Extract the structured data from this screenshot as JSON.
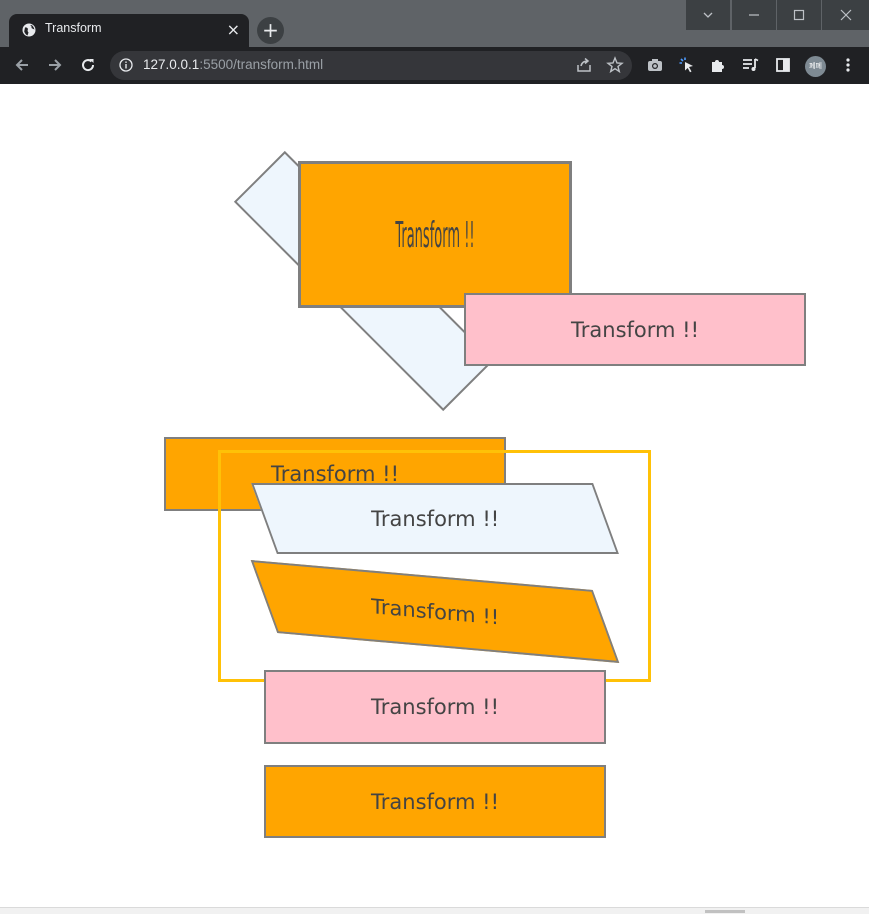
{
  "browser": {
    "tab_title": "Transform",
    "tab_close": "×",
    "new_tab": "+",
    "url_host": "127.0.0.1",
    "url_rest": ":5500/transform.html",
    "profile_initials": "폐폐"
  },
  "page": {
    "boxes": [
      {
        "label": ""
      },
      {
        "label": "Transform !!"
      },
      {
        "label": "Transform !!"
      },
      {
        "label": "Transform !!"
      },
      {
        "label": "Transform !!"
      },
      {
        "label": "Transform !!"
      },
      {
        "label": "Transform !!"
      },
      {
        "label": "Transform !!"
      }
    ]
  },
  "colors": {
    "orange": "#ffa500",
    "pink": "#ffc0cb",
    "aliceblue": "#eef6fd",
    "stage_border": "#ffc107",
    "box_border": "#7f7f7f"
  }
}
